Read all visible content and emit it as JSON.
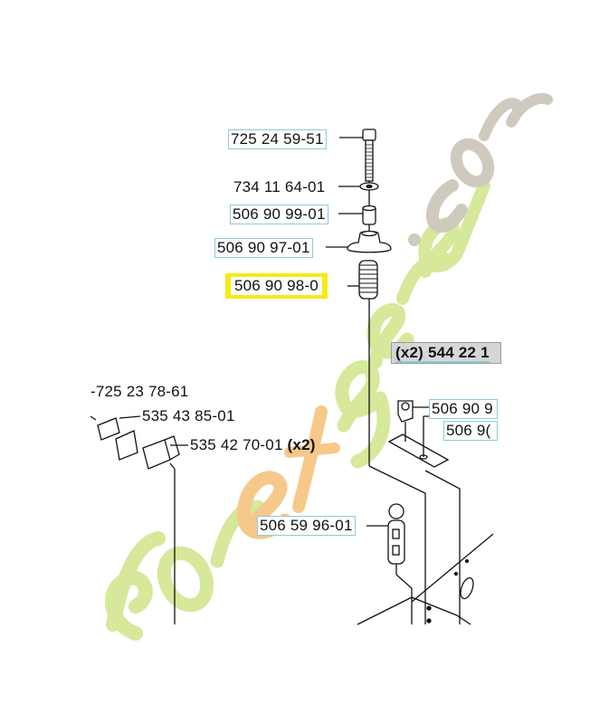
{
  "diagram": {
    "type": "exploded-parts-diagram",
    "highlight_color": "#f7ea16",
    "label_box_color": "#8fc9d6",
    "watermark": {
      "text_main": "foretgarden",
      "text_tld": ".com",
      "colors": {
        "green": "#d6e89a",
        "orange": "#f6c88a",
        "grey": "#cfc9be"
      }
    },
    "parts": [
      {
        "id": "p1",
        "number": "725 24 59-51",
        "style": "boxed"
      },
      {
        "id": "p2",
        "number": "734 11 64-01",
        "style": "plain"
      },
      {
        "id": "p3",
        "number": "506 90 99-01",
        "style": "boxed"
      },
      {
        "id": "p4",
        "number": "506 90 97-01",
        "style": "boxed"
      },
      {
        "id": "p5",
        "number": "506 90 98-0",
        "style": "highlighted"
      },
      {
        "id": "p6",
        "number": "(x2) 544 22 1",
        "style": "grey"
      },
      {
        "id": "p7",
        "number": "-725 23 78-61",
        "style": "plain"
      },
      {
        "id": "p8",
        "number": "535 43 85-01",
        "style": "plain"
      },
      {
        "id": "p9",
        "number": "535 42 70-01",
        "qty": "(x2)",
        "style": "plain"
      },
      {
        "id": "p10",
        "number": "506 90 9",
        "style": "boxed"
      },
      {
        "id": "p11",
        "number": "506 9(",
        "style": "boxed"
      },
      {
        "id": "p12",
        "number": "506 59 96-01",
        "style": "boxed"
      }
    ]
  }
}
